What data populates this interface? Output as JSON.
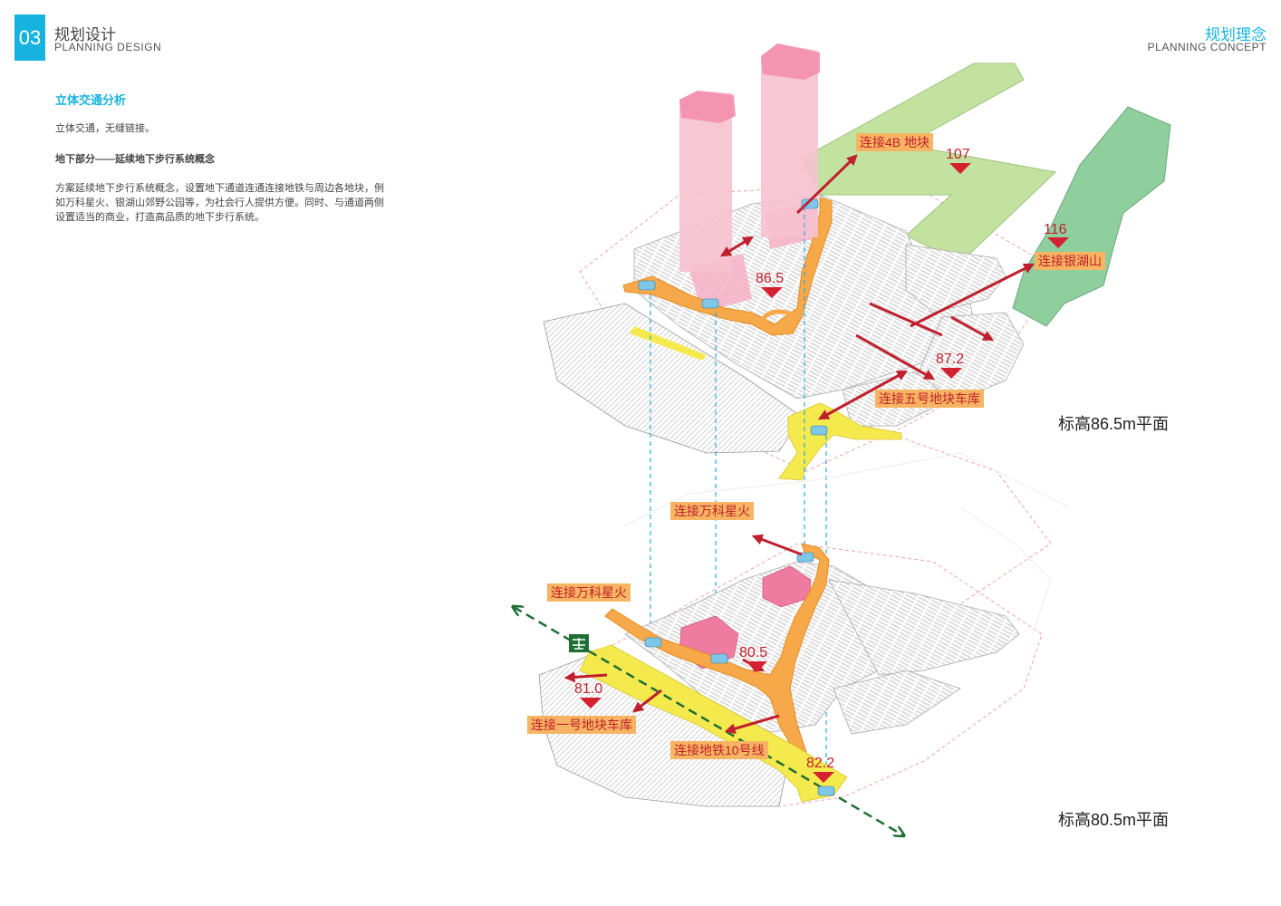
{
  "header": {
    "number": "03",
    "title": "规划设计",
    "subtitle": "PLANNING DESIGN",
    "right_title": "规划理念",
    "right_subtitle": "PLANNING CONCEPT"
  },
  "content": {
    "section_title": "立体交通分析",
    "intro": "立体交通，无缝链接。",
    "subheading": "地下部分——延续地下步行系统概念",
    "body": "方案延续地下步行系统概念，设置地下通道连通连接地铁与周边各地块，例如万科星火、银湖山郊野公园等，为社会行人提供方便。同时、与通道两侧设置适当的商业，打造高品质的地下步行系统。"
  },
  "diagram": {
    "upper": {
      "level_label": "标高86.5m平面",
      "links": {
        "block4b": "连接4B  地块",
        "yinhu": "连接银湖山",
        "block5": "连接五号地块车库"
      },
      "elevations": {
        "e107": "107",
        "e116": "116",
        "e865": "86.5",
        "e872": "87.2"
      }
    },
    "lower": {
      "level_label": "标高80.5m平面",
      "links": {
        "vanke_upper": "连接万科星火",
        "vanke_left": "连接万科星火",
        "block1": "连接一号地块车库",
        "metro": "连接地铁10号线"
      },
      "elevations": {
        "e805": "80.5",
        "e810": "81.0",
        "e822": "82.2"
      }
    }
  },
  "colors": {
    "accent": "#17b3e0",
    "tower": "#f7c1cf",
    "green_light": "#c3e2a0",
    "green_dark": "#8fcf9e",
    "corridor": "#f7a94a",
    "metro": "#f5ea4d",
    "arrow": "#c0202d",
    "label_bg": "#f7b462"
  }
}
